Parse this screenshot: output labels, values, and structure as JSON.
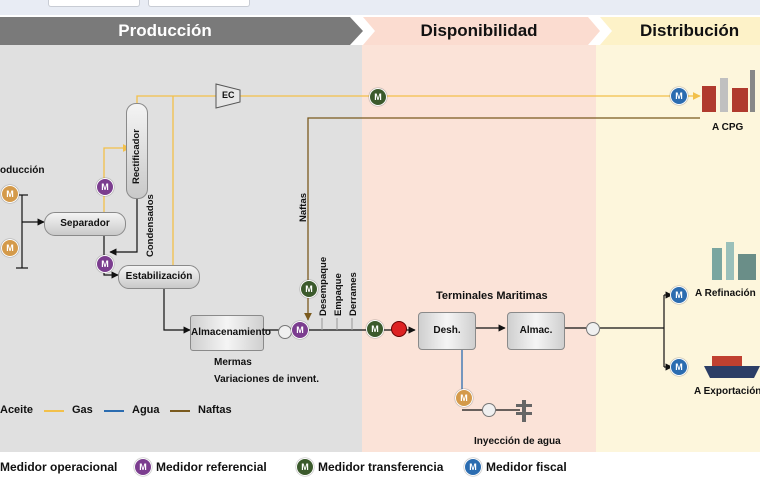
{
  "sections": {
    "produccion": "Producción",
    "disponibilidad": "Disponibilidad",
    "distribucion": "Distribución"
  },
  "nodes": {
    "produccion": "oducción",
    "separador": "Separador",
    "rectificador": "Rectificador",
    "condensados": "Condensados",
    "estabilizacion": "Estabilización",
    "ec": "EC",
    "almacenamiento": "Almacenamiento",
    "mermas": "Mermas",
    "variaciones": "Variaciones de invent.",
    "naftas": "Naftas",
    "desempaque": "Desempaque",
    "empaque": "Empaque",
    "derrames": "Derrames",
    "terminales": "Terminales Maritimas",
    "desh": "Desh.",
    "almac": "Almac.",
    "inyeccion": "Inyección de agua",
    "a_cpg": "A CPG",
    "a_refinacion": "A Refinación",
    "a_exportacion": "A Exportación"
  },
  "meter_letter": "M",
  "line_legend": [
    {
      "label": "Aceite",
      "color": "#111111"
    },
    {
      "label": "Gas",
      "color": "#f2c04a"
    },
    {
      "label": "Agua",
      "color": "#2b6cb0"
    },
    {
      "label": "Naftas",
      "color": "#7a5a1e"
    }
  ],
  "meter_legend": [
    {
      "label": "Medidor operacional",
      "color": "#d49a4a"
    },
    {
      "label": "Medidor referencial",
      "color": "#7b3d8f"
    },
    {
      "label": "Medidor transferencia",
      "color": "#3b5a2c"
    },
    {
      "label": "Medidor fiscal",
      "color": "#2b6cb0"
    }
  ],
  "colors": {
    "produccion_bg": "#e0e0e0",
    "disponibilidad_bg": "#fbe3d8",
    "distribucion_bg": "#fdf6dc",
    "oil": "#111111",
    "gas": "#f2c04a",
    "water": "#2b6cb0",
    "nafta": "#7a5a1e"
  }
}
